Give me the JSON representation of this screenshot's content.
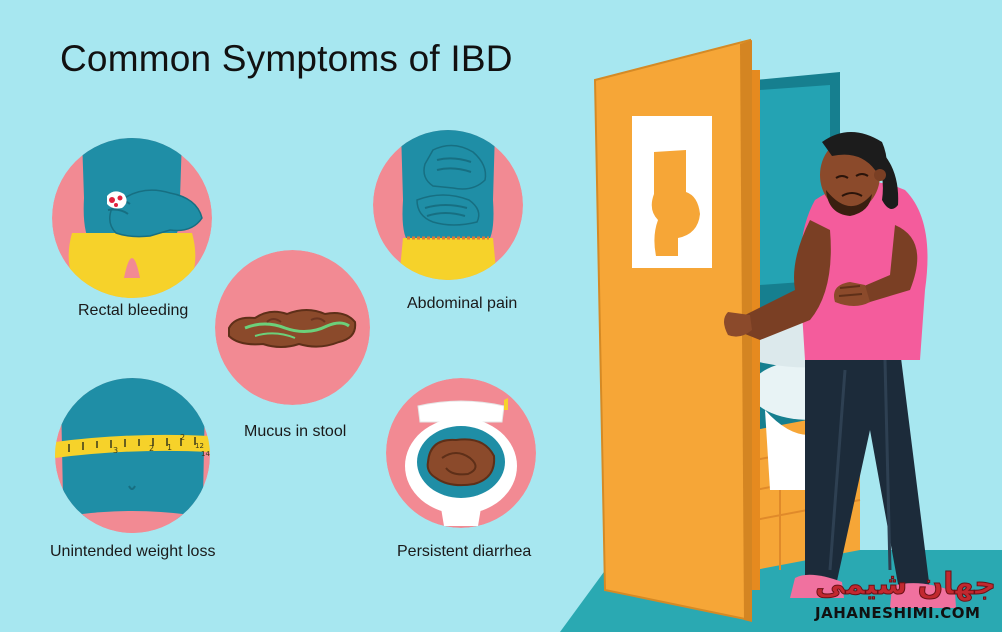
{
  "title": "Common Symptoms of IBD",
  "symptoms": [
    {
      "label": "Rectal bleeding",
      "icon": "rectal-bleeding-icon"
    },
    {
      "label": "Abdominal pain",
      "icon": "abdominal-pain-icon"
    },
    {
      "label": "Mucus in stool",
      "icon": "mucus-stool-icon"
    },
    {
      "label": "Unintended weight loss",
      "icon": "weight-loss-icon"
    },
    {
      "label": "Persistent diarrhea",
      "icon": "diarrhea-icon"
    }
  ],
  "measuring_tape_marks": [
    "3",
    "2",
    "1",
    "2",
    "12",
    "14"
  ],
  "watermark": {
    "logo": "جهان شیمی",
    "site": "JAHANESHIMI.COM"
  },
  "colors": {
    "background": "#a7e7f0",
    "circle_pink": "#f28a93",
    "skin_blue": "#1f8ea6",
    "yellow": "#f6d22a",
    "door_orange": "#f6a637",
    "shirt_pink": "#f45c9c",
    "pants_navy": "#1c2b3a",
    "floor_teal": "#2aa9b2"
  }
}
